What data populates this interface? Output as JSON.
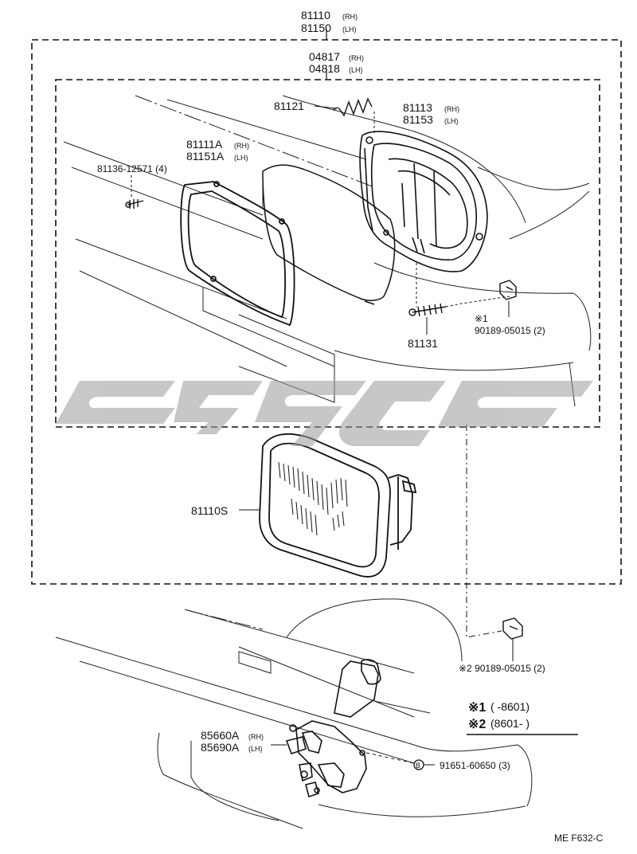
{
  "parts": {
    "assembly_rh": "81110",
    "assembly_rh_side": "(RH)",
    "assembly_lh": "81150",
    "assembly_lh_side": "(LH)",
    "unit_rh": "04817",
    "unit_rh_side": "(RH)",
    "unit_lh": "04818",
    "unit_lh_side": "(LH)",
    "spring": "81121",
    "housing_rh": "81113",
    "housing_rh_side": "(RH)",
    "housing_lh": "81153",
    "housing_lh_side": "(LH)",
    "rim_rh": "81111A",
    "rim_rh_side": "(RH)",
    "rim_lh": "81151A",
    "rim_lh_side": "(LH)",
    "rim_screw": "81136-12571 (4)",
    "clip_note": "※1",
    "clip_part": "90189-05015 (2)",
    "adjust_screw": "81131",
    "sealed_beam": "81110S",
    "clip2_part": "※2 90189-05015 (2)",
    "cleaner_rh": "85660A",
    "cleaner_rh_side": "(RH)",
    "cleaner_lh": "85690A",
    "cleaner_lh_side": "(LH)",
    "bolt_mark": "B",
    "bolt_part": "91651-60650 (3)"
  },
  "legend": {
    "row1_mark": "※1",
    "row1_text": "(        -8601)",
    "row2_mark": "※2",
    "row2_text": "(8601-          )"
  },
  "footer": {
    "ref": "ME  F632-C"
  },
  "watermark": {
    "description": "brand watermark"
  }
}
